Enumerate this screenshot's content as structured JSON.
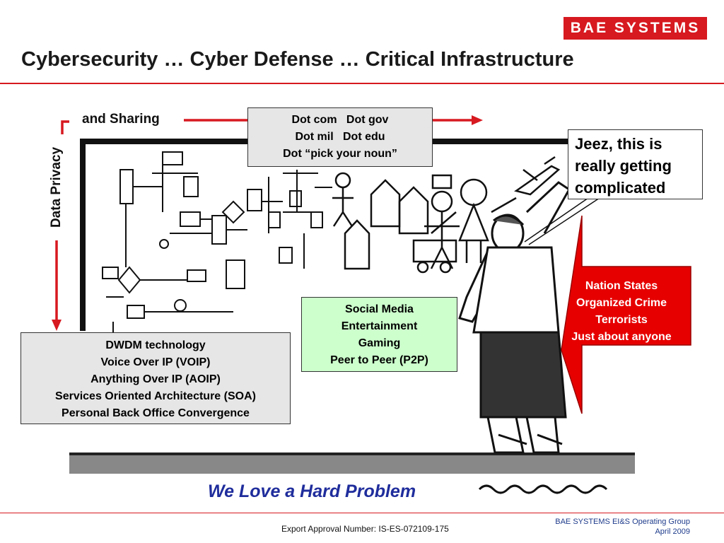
{
  "logo": {
    "text": "BAE SYSTEMS"
  },
  "title": "Cybersecurity … Cyber Defense … Critical Infrastructure",
  "dot_box": {
    "lines": [
      "Dot com   Dot gov",
      "Dot mil   Dot edu",
      "Dot “pick your noun”"
    ]
  },
  "labels": {
    "sharing": "and Sharing",
    "privacy": "Data Privacy"
  },
  "jeez_box": {
    "lines": [
      "Jeez, this is",
      "really getting",
      "complicated"
    ]
  },
  "threat_arrow": {
    "lines": [
      "Nation States",
      "Organized Crime",
      "Terrorists",
      "Just about anyone"
    ]
  },
  "social_box": {
    "lines": [
      "Social Media",
      "Entertainment",
      "Gaming",
      "Peer to Peer (P2P)"
    ]
  },
  "dwdm_box": {
    "lines": [
      "DWDM technology",
      "Voice Over IP (VOIP)",
      "Anything Over IP (AOIP)",
      "Services Oriented Architecture (SOA)",
      "Personal Back Office Convergence"
    ]
  },
  "tagline": "We Love a Hard Problem",
  "footer": {
    "export": "Export Approval Number: IS-ES-072109-175",
    "group": "BAE SYSTEMS EI&S Operating Group",
    "date": "April 2009"
  },
  "colors": {
    "accent_red": "#d71920",
    "threat_red": "#e60000",
    "tagline_blue": "#1f2d9c",
    "social_green": "#ccffcc",
    "box_gray": "#e6e6e6"
  }
}
